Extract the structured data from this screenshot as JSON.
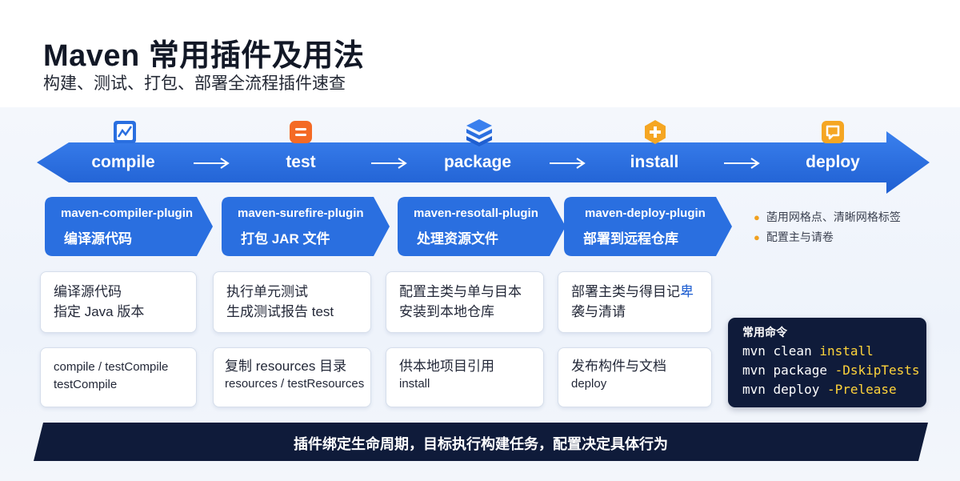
{
  "header": {
    "title": "Maven 常用插件及用法",
    "subtitle": "构建、测试、打包、部署全流程插件速查"
  },
  "colors": {
    "primary_blue": "#2a6fe0",
    "dark_navy": "#0f1b3a",
    "highlight_yellow": "#ffd43b",
    "bullet_orange": "#f0a020"
  },
  "stages": [
    {
      "label": "compile",
      "icon": "chart-icon",
      "icon_color": "#2a6fe0"
    },
    {
      "label": "test",
      "icon": "checklist-icon",
      "icon_color": "#f46a25"
    },
    {
      "label": "package",
      "icon": "box-stack-icon",
      "icon_color": "#2a6fe0"
    },
    {
      "label": "install",
      "icon": "plus-icon",
      "icon_color": "#f5a623"
    },
    {
      "label": "deploy",
      "icon": "chat-bubble-icon",
      "icon_color": "#f5a623"
    }
  ],
  "plugins": [
    {
      "name": "maven-compiler-plugin",
      "desc": "编译源代码"
    },
    {
      "name": "maven-surefire-plugin",
      "desc": "打包 JAR 文件"
    },
    {
      "name": "maven-resotall-plugin",
      "desc": "处理资源文件"
    },
    {
      "name": "maven-deploy-plugin",
      "desc": "部署到远程仓库"
    }
  ],
  "cards_row1": [
    {
      "line1": "编译源代码",
      "line2": "指定 Java 版本"
    },
    {
      "line1": "执行单元测试",
      "line2": "生成测试报告  test"
    },
    {
      "line1": "配置主类与单与目本",
      "line2": "安装到本地仓库"
    },
    {
      "line1": "部署主类与得目记",
      "line1_highlight": "卑",
      "line2": "袭与清请"
    }
  ],
  "cards_row2": [
    {
      "line1": "compile / testCompile",
      "line2": "testCompile"
    },
    {
      "line1": "复制 resources 目录",
      "line2": "resources / testResources"
    },
    {
      "line1": "供本地项目引用",
      "line2": "install"
    },
    {
      "line1": "发布构件与文档",
      "line2": "deploy"
    }
  ],
  "notes": [
    "菡用网格点、清晰网格标签",
    "配置主与请卷"
  ],
  "commands": {
    "title": "常用命令",
    "lines": [
      {
        "base": "mvn clean ",
        "highlight": "install"
      },
      {
        "base": "mvn package ",
        "highlight": "-DskipTests"
      },
      {
        "base": "mvn deploy ",
        "highlight": "-Prelease"
      }
    ]
  },
  "footer": {
    "text": "插件绑定生命周期，目标执行构建任务，配置决定具体行为"
  }
}
